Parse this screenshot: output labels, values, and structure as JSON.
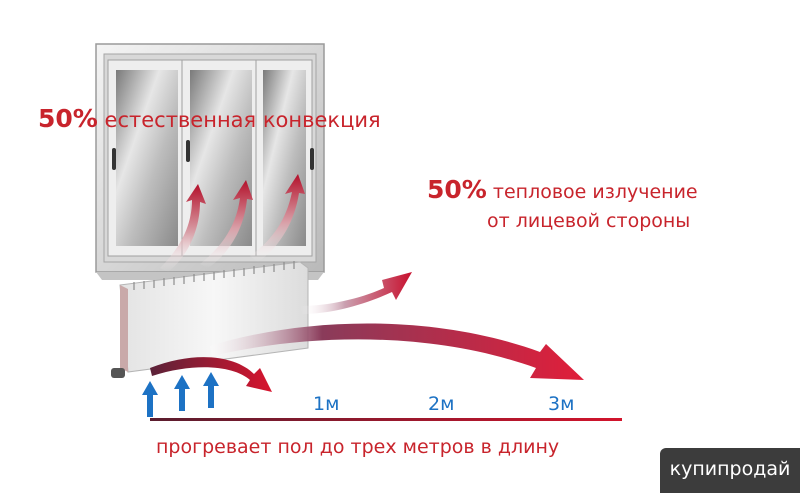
{
  "convection": {
    "percent": "50%",
    "label": "естественная конвекция"
  },
  "radiation": {
    "percent": "50%",
    "line1": "тепловое излучение",
    "line2": "от лицевой стороны"
  },
  "distances": [
    "1м",
    "2м",
    "3м"
  ],
  "floor_caption": "прогревает пол до трех метров в длину",
  "watermark": "купипродай",
  "colors": {
    "accent_red": "#c8242c",
    "arrow_blue": "#1d72c4",
    "badge_bg": "#3c3c3c"
  }
}
